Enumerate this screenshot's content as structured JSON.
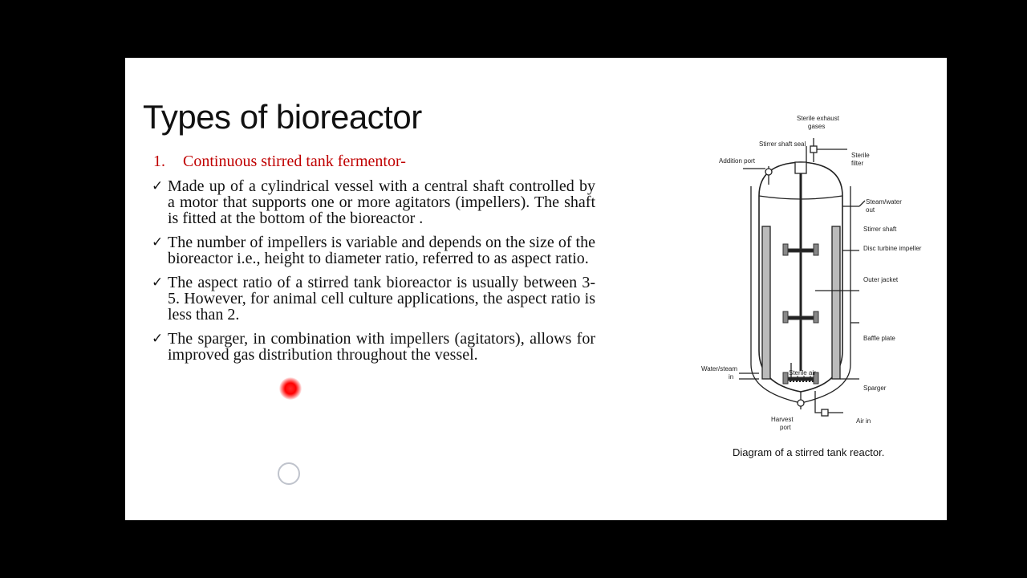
{
  "slide": {
    "title": "Types of bioreactor",
    "heading_number": "1.",
    "heading_text": "Continuous stirred tank fermentor-",
    "check_glyph": "✓",
    "bullets": [
      "Made up of a cylindrical vessel with a central shaft controlled by a motor that supports one or more agitators (impellers). The shaft is fitted at the bottom of the bioreactor .",
      "The number of impellers is variable and depends on the size of the bioreactor i.e., height to diameter ratio, referred to as aspect ratio.",
      "The aspect ratio of a stirred tank bioreactor is usually between 3-5. However, for animal cell culture applications, the aspect ratio is less than 2.",
      "The sparger, in combination with impellers (agitators), allows for improved gas distribution throughout the vessel."
    ]
  },
  "diagram": {
    "labels": {
      "sterile_exhaust_1": "Sterile exhaust",
      "sterile_exhaust_2": "gases",
      "stirrer_shaft_seal": "Stirrer shaft seal",
      "sterile_filter_1": "Sterile",
      "sterile_filter_2": "filter",
      "addition_port": "Addition port",
      "steam_out_1": "Steam/water",
      "steam_out_2": "out",
      "stirrer_shaft": "Stirrer shaft",
      "disc_turbine": "Disc turbine impeller",
      "outer_jacket": "Outer jacket",
      "baffle_plate": "Baffle plate",
      "water_in_1": "Water/steam",
      "water_in_2": "in",
      "sterile_air": "Sterile air",
      "sparger": "Sparger",
      "harvest_1": "Harvest",
      "harvest_2": "port",
      "air_in": "Air in"
    },
    "caption": "Diagram of a stirred tank reactor.",
    "pointer_color": "#ff0000"
  }
}
